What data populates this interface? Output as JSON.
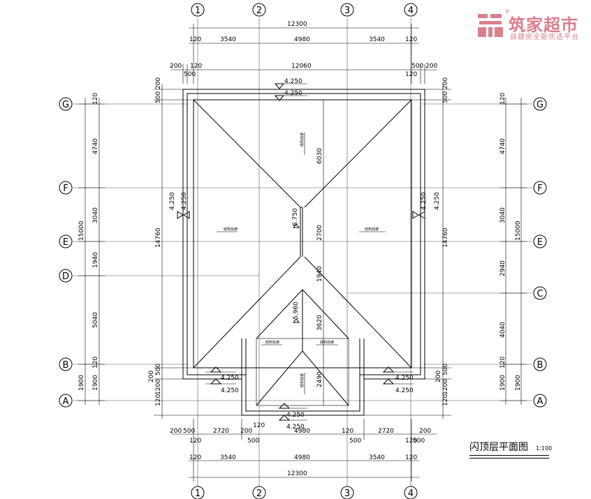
{
  "logo": {
    "name": "筑家超市",
    "slogan": "自建房全能优选平台",
    "registered": "®",
    "color": "#d9808c"
  },
  "title": {
    "name": "闪顶层平面图",
    "scale": "1:100"
  },
  "axes": {
    "columns": [
      "1",
      "2",
      "3",
      "4"
    ],
    "rows_left": [
      "G",
      "F",
      "E",
      "D",
      "B",
      "A"
    ],
    "rows_right": [
      "G",
      "F",
      "E",
      "C",
      "B",
      "A"
    ]
  },
  "dims": {
    "top_total": "12300",
    "top_segments": [
      "120",
      "3540",
      "4980",
      "3540",
      "120"
    ],
    "top_overall": "12060",
    "top_eave": [
      "200",
      "500",
      "120",
      "120",
      "500",
      "200"
    ],
    "bottom_segments_1": [
      "200",
      "500",
      "2720",
      "200",
      "120",
      "4980",
      "120",
      "2720",
      "200"
    ],
    "bottom_segments_1b": [
      "120",
      "500",
      "500",
      "500",
      "120"
    ],
    "bottom_segments_2": [
      "120",
      "3540",
      "4980",
      "3540",
      "120"
    ],
    "bottom_total": "12300",
    "left_segments": [
      "500",
      "200",
      "120",
      "4740",
      "3040",
      "1940",
      "5040",
      "120",
      "1900",
      "120",
      "1900",
      "200",
      "500"
    ],
    "left_overall": [
      "15000",
      "14760",
      "1200"
    ],
    "right_segments": [
      "500",
      "200",
      "120",
      "4740",
      "3040",
      "2940",
      "4040",
      "120",
      "1900",
      "120",
      "1900",
      "200",
      "500"
    ],
    "right_overall": [
      "15000",
      "14760",
      "1200"
    ],
    "inner": [
      "6030",
      "2700",
      "1940",
      "3620",
      "2490"
    ]
  },
  "levels": {
    "eave_top_1": "4.250",
    "eave_top_2": "4.250",
    "eave_left_1": "4.250",
    "eave_left_2": "4.250",
    "eave_right_1": "4.250",
    "eave_right_2": "4.250",
    "eave_bottom_left_1": "4.250",
    "eave_bottom_left_2": "4.250",
    "eave_bottom_right_1": "4.250",
    "eave_bottom_right_2": "4.250",
    "eave_bottom_mid_1": "4.250",
    "eave_bottom_mid_2": "4.250",
    "ridge_main": "6.750",
    "ridge_porch": "5.960"
  },
  "notes": {
    "slope": "结构找坡"
  }
}
